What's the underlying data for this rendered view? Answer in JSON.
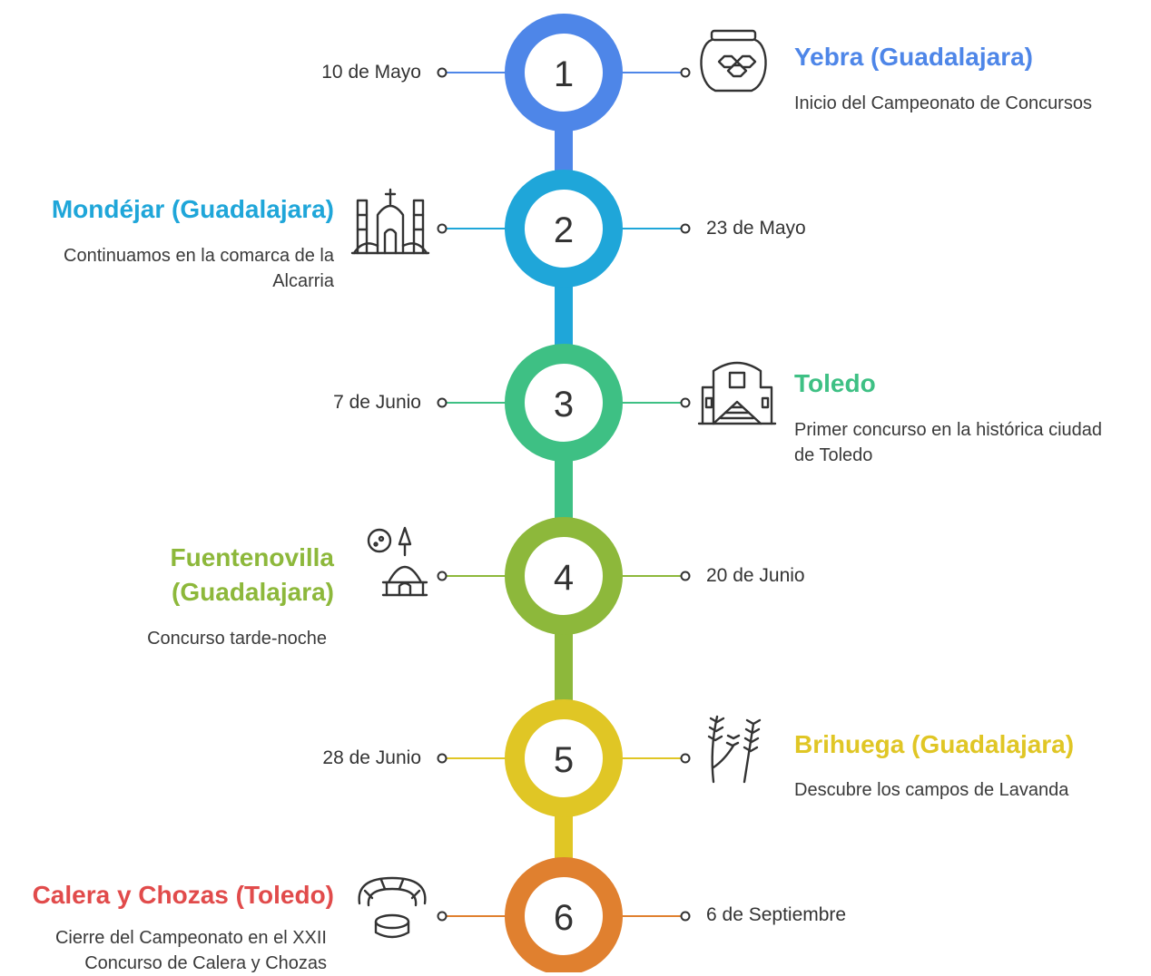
{
  "events": [
    {
      "number": "1",
      "date": "10 de Mayo",
      "title": "Yebra (Guadalajara)",
      "description": "Inicio del Campeonato de Concursos",
      "color": "#4E86E8",
      "icon": "honeycomb-jar-icon"
    },
    {
      "number": "2",
      "date": "23 de Mayo",
      "title": "Mondéjar (Guadalajara)",
      "description": "Continuamos en la comarca de la Alcarria",
      "color": "#1FA6D9",
      "icon": "church-ruins-icon"
    },
    {
      "number": "3",
      "date": "7 de Junio",
      "title": "Toledo",
      "description": "Primer concurso en la histórica ciudad de Toledo",
      "color": "#3EC084",
      "icon": "cathedral-icon"
    },
    {
      "number": "4",
      "date": "20 de Junio",
      "title": "Fuentenovilla (Guadalajara)",
      "description": "Concurso tarde-noche",
      "color": "#8DB83B",
      "icon": "moon-chapel-icon"
    },
    {
      "number": "5",
      "date": "28 de Junio",
      "title": "Brihuega (Guadalajara)",
      "description": "Descubre los campos de Lavanda",
      "color": "#E0C625",
      "icon": "lavender-icon"
    },
    {
      "number": "6",
      "date": "6 de Septiembre",
      "title": "Calera y Chozas (Toledo)",
      "description": "Cierre del Campeonato en el XXII Concurso de Calera y Chozas",
      "color": "#E0802F",
      "title_color": "#E14B4B",
      "icon": "bullring-icon"
    }
  ]
}
